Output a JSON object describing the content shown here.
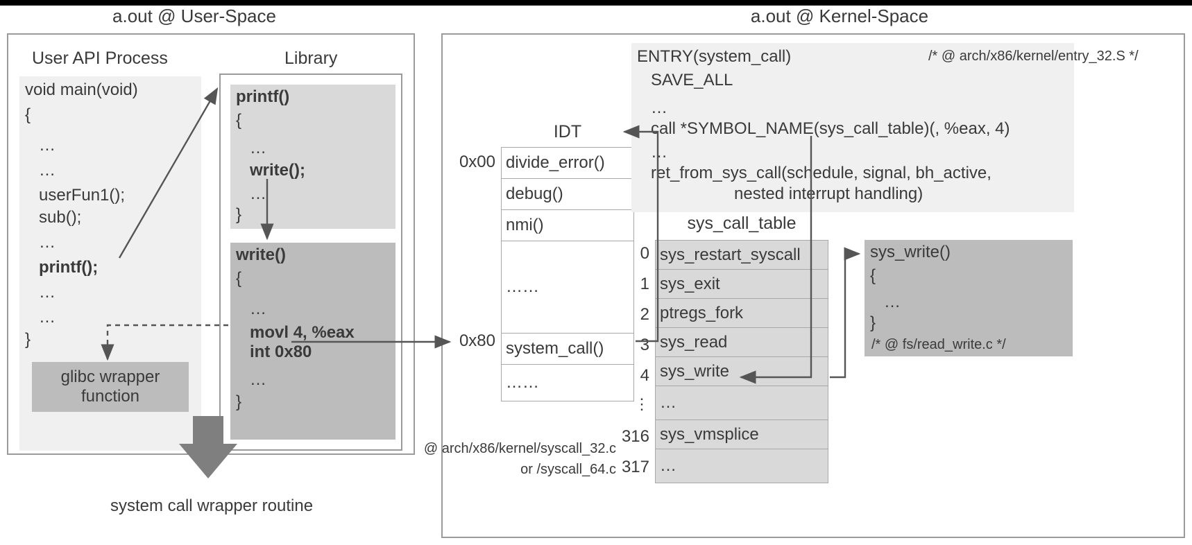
{
  "panels": {
    "user_space_title": "a.out @ User-Space",
    "kernel_space_title": "a.out @ Kernel-Space"
  },
  "user_space": {
    "process_label": "User API Process",
    "library_label": "Library",
    "main_code": [
      "void main(void)",
      "{",
      "   …",
      "   …",
      "   userFun1();",
      "   sub();",
      "   …",
      "   printf();",
      "   …",
      "   …",
      "}"
    ],
    "main_bold_line": "   printf();",
    "glibc_box": [
      "glibc wrapper",
      "function"
    ],
    "printf_code": [
      "printf()",
      "{",
      "   …",
      "   write();",
      "   …",
      "}"
    ],
    "write_code": [
      "write()",
      "{",
      "   …",
      "   movl 4, %eax",
      "   int 0x80",
      "   …",
      "}"
    ],
    "bottom_caption": "system call wrapper routine"
  },
  "idt": {
    "title": "IDT",
    "rows": [
      {
        "index": "0x00",
        "name": "divide_error()"
      },
      {
        "index": "",
        "name": "debug()"
      },
      {
        "index": "",
        "name": "nmi()"
      },
      {
        "index": "",
        "name": "……"
      },
      {
        "index": "0x80",
        "name": "system_call()"
      },
      {
        "index": "",
        "name": "……"
      }
    ]
  },
  "entry_block": {
    "lines": [
      "ENTRY(system_call)",
      "   SAVE_ALL",
      "   …",
      "   call *SYMBOL_NAME(sys_call_table)(, %eax, 4)",
      "   …",
      "   ret_from_sys_call(schedule, signal, bh_active,",
      "                     nested interrupt handling)"
    ],
    "comment": "/* @ arch/x86/kernel/entry_32.S */"
  },
  "sys_call_table": {
    "title": "sys_call_table",
    "rows": [
      {
        "index": "0",
        "name": "sys_restart_syscall"
      },
      {
        "index": "1",
        "name": "sys_exit"
      },
      {
        "index": "2",
        "name": "ptregs_fork"
      },
      {
        "index": "3",
        "name": "sys_read"
      },
      {
        "index": "4",
        "name": "sys_write"
      },
      {
        "index": "⋮",
        "name": "…"
      },
      {
        "index": "316",
        "name": "sys_vmsplice"
      },
      {
        "index": "317",
        "name": "…"
      }
    ],
    "footnote_line1": "@ arch/x86/kernel/syscall_32.c",
    "footnote_line2": "or /syscall_64.c"
  },
  "sys_write_block": {
    "lines": [
      "sys_write()",
      "{",
      "   …",
      "}"
    ],
    "comment": "/* @ fs/read_write.c */"
  },
  "colors": {
    "border": "#9a9a9a",
    "code_light": "#f0f0f0",
    "code_mid": "#d9d9d9",
    "code_dark": "#bcbcbc",
    "arrow": "#555555",
    "big_arrow": "#7f7f7f",
    "text": "#3a3a3a"
  }
}
